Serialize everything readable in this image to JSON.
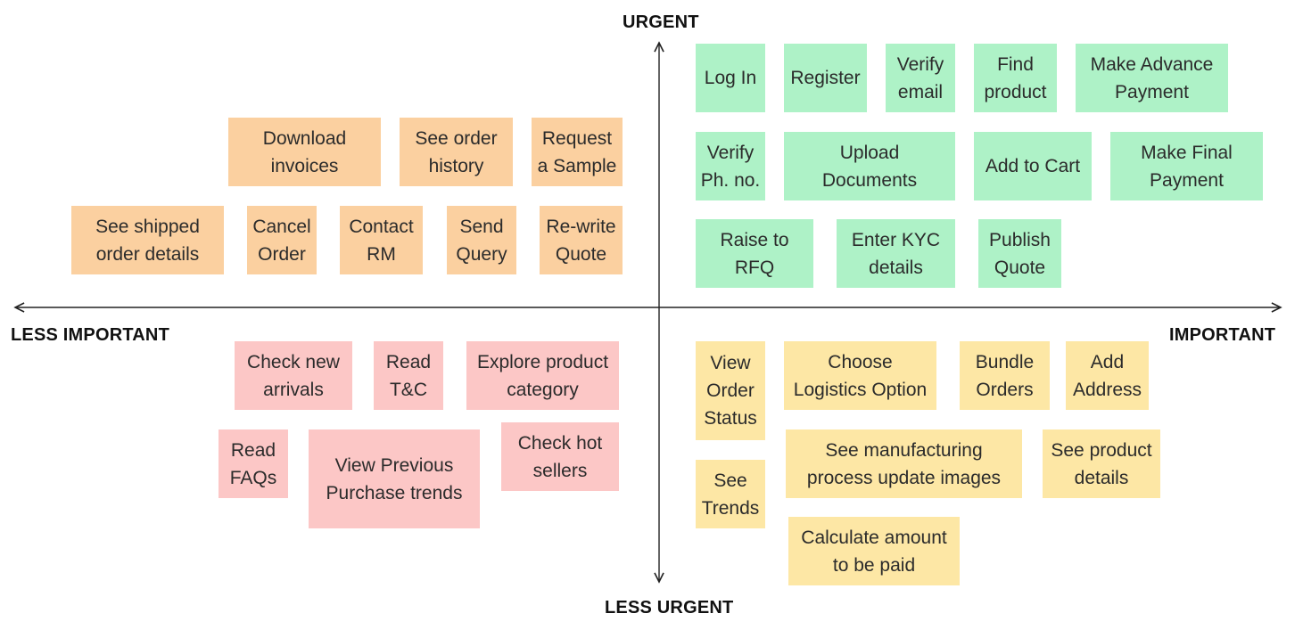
{
  "axes": {
    "top": "URGENT",
    "bottom": "LESS URGENT",
    "left": "LESS IMPORTANT",
    "right": "IMPORTANT"
  },
  "colors": {
    "green": "#aef2c7",
    "orange": "#fbd0a0",
    "pink": "#fcc7c6",
    "yellow": "#fde7a5",
    "axis": "#222222"
  },
  "quadrants": {
    "urgent_important": [
      "Log In",
      "Register",
      "Verify\nemail",
      "Find\nproduct",
      "Make Advance\nPayment",
      "Verify\nPh. no.",
      "Upload\nDocuments",
      "Add to Cart",
      "Make Final\nPayment",
      "Raise to\nRFQ",
      "Enter KYC\ndetails",
      "Publish\nQuote"
    ],
    "urgent_less_important": [
      "Download\ninvoices",
      "See order\nhistory",
      "Request\na Sample",
      "See shipped\norder details",
      "Cancel\nOrder",
      "Contact\nRM",
      "Send\nQuery",
      "Re-write\nQuote"
    ],
    "less_urgent_less_important": [
      "Check new\narrivals",
      "Read\nT&C",
      "Explore product\ncategory",
      "Read\nFAQs",
      "View Previous\nPurchase trends",
      "Check hot\nsellers"
    ],
    "less_urgent_important": [
      "View\nOrder\nStatus",
      "Choose\nLogistics Option",
      "Bundle\nOrders",
      "Add\nAddress",
      "See\nTrends",
      "See manufacturing\nprocess update images",
      "See product\ndetails",
      "Calculate amount\nto be paid"
    ]
  }
}
